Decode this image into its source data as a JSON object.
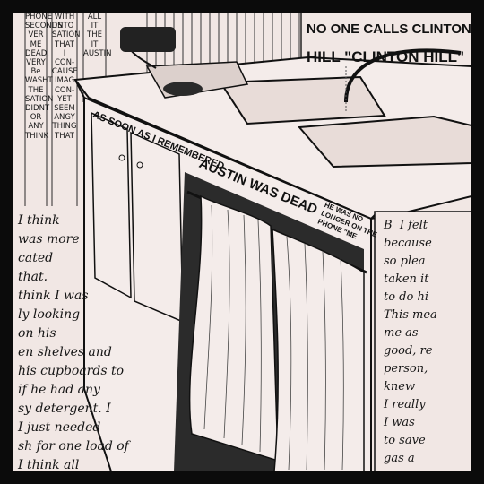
{
  "left_column_1": "PHONE\nSECONDS\nVER\nME\nDEAD.\nVERY\nBe\nWASHT\nTHE\nSATION\nDIDNT\nOR\nANY\nTHINK",
  "left_column_2": "WITH\nINTO\nSATION\nTHAT\nI\nCON-\nCAUSE\nIMAG\nCON-\nYET\nSEEM\nANGY\nTHING\nTHAT",
  "left_column_3": "ALL\nIT\nTHE\nIT\nAUSTIN",
  "header_line1": "NO ONE CALLS CLINTON",
  "header_line2": "HILL \"CLINTON HILL\"",
  "counter_caption_1": "AS SOON AS I REMEMBERED",
  "counter_caption_2": "AUSTIN WAS DEAD",
  "counter_caption_3": "HE WAS NO\nLONGER ON THE\nPHONE \"ME",
  "left_paragraph": "I think\nwas more\ncated\nthat.\nthink I was\nly looking\non his\nen shelves and\nhis cupboards to\nif he had any\nsy detergent. I\nI just needed\nsh for one load of\nI think all",
  "right_paragraph": "B  I felt\nbecause\nso plea\ntaken it\nto do hi\nThis mea\nme as\ngood, re\nperson,\nknew\nI really\nI was\nto save\ngas a"
}
